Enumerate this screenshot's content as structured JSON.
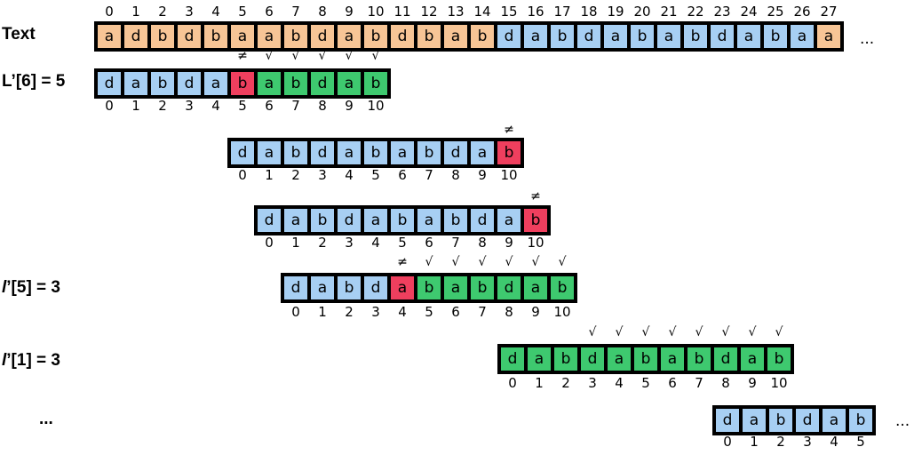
{
  "labels": {
    "text": "Text",
    "row1": {
      "prefix": "L’[6] = 5"
    },
    "row4": {
      "italic": "l",
      "rest": "’[5] = 3"
    },
    "row5": {
      "italic": "l",
      "rest": "’[1] = 3"
    },
    "dots": "..."
  },
  "text_ellipsis": "...",
  "last_ellipsis": "...",
  "text_strip": {
    "letters": [
      "a",
      "d",
      "b",
      "d",
      "b",
      "a",
      "a",
      "b",
      "d",
      "a",
      "b",
      "d",
      "b",
      "a",
      "b",
      "d",
      "a",
      "b",
      "d",
      "a",
      "b",
      "a",
      "b",
      "d",
      "a",
      "b",
      "a",
      "a"
    ],
    "colors": [
      "orange",
      "orange",
      "orange",
      "orange",
      "orange",
      "orange",
      "orange",
      "orange",
      "orange",
      "orange",
      "orange",
      "orange",
      "orange",
      "orange",
      "orange",
      "blue",
      "blue",
      "blue",
      "blue",
      "blue",
      "blue",
      "blue",
      "blue",
      "blue",
      "blue",
      "blue",
      "blue",
      "orange"
    ],
    "indices": [
      "0",
      "1",
      "2",
      "3",
      "4",
      "5",
      "6",
      "7",
      "8",
      "9",
      "10",
      "11",
      "12",
      "13",
      "14",
      "15",
      "16",
      "17",
      "18",
      "19",
      "20",
      "21",
      "22",
      "23",
      "24",
      "25",
      "26",
      "27"
    ],
    "marks": [
      "",
      "",
      "",
      "",
      "",
      "≠",
      "√",
      "√",
      "√",
      "√",
      "√",
      "",
      "",
      "",
      "",
      "",
      "",
      "",
      "",
      "",
      "",
      "",
      "",
      "",
      "",
      "",
      "",
      ""
    ]
  },
  "patterns": [
    {
      "letters": [
        "d",
        "a",
        "b",
        "d",
        "a",
        "b",
        "a",
        "b",
        "d",
        "a",
        "b"
      ],
      "colors": [
        "blue",
        "blue",
        "blue",
        "blue",
        "blue",
        "red",
        "green",
        "green",
        "green",
        "green",
        "green"
      ],
      "indices": [
        "0",
        "1",
        "2",
        "3",
        "4",
        "5",
        "6",
        "7",
        "8",
        "9",
        "10"
      ],
      "marks": [
        "",
        "",
        "",
        "",
        "",
        "",
        "",
        "",
        "",
        "",
        ""
      ]
    },
    {
      "letters": [
        "d",
        "a",
        "b",
        "d",
        "a",
        "b",
        "a",
        "b",
        "d",
        "a",
        "b"
      ],
      "colors": [
        "blue",
        "blue",
        "blue",
        "blue",
        "blue",
        "blue",
        "blue",
        "blue",
        "blue",
        "blue",
        "red"
      ],
      "indices": [
        "0",
        "1",
        "2",
        "3",
        "4",
        "5",
        "6",
        "7",
        "8",
        "9",
        "10"
      ],
      "marks": [
        "",
        "",
        "",
        "",
        "",
        "",
        "",
        "",
        "",
        "",
        "≠"
      ]
    },
    {
      "letters": [
        "d",
        "a",
        "b",
        "d",
        "a",
        "b",
        "a",
        "b",
        "d",
        "a",
        "b"
      ],
      "colors": [
        "blue",
        "blue",
        "blue",
        "blue",
        "blue",
        "blue",
        "blue",
        "blue",
        "blue",
        "blue",
        "red"
      ],
      "indices": [
        "0",
        "1",
        "2",
        "3",
        "4",
        "5",
        "6",
        "7",
        "8",
        "9",
        "10"
      ],
      "marks": [
        "",
        "",
        "",
        "",
        "",
        "",
        "",
        "",
        "",
        "",
        "≠"
      ]
    },
    {
      "letters": [
        "d",
        "a",
        "b",
        "d",
        "a",
        "b",
        "a",
        "b",
        "d",
        "a",
        "b"
      ],
      "colors": [
        "blue",
        "blue",
        "blue",
        "blue",
        "red",
        "green",
        "green",
        "green",
        "green",
        "green",
        "green"
      ],
      "indices": [
        "0",
        "1",
        "2",
        "3",
        "4",
        "5",
        "6",
        "7",
        "8",
        "9",
        "10"
      ],
      "marks": [
        "",
        "",
        "",
        "",
        "≠",
        "√",
        "√",
        "√",
        "√",
        "√",
        "√"
      ]
    },
    {
      "letters": [
        "d",
        "a",
        "b",
        "d",
        "a",
        "b",
        "a",
        "b",
        "d",
        "a",
        "b"
      ],
      "colors": [
        "green",
        "green",
        "green",
        "green",
        "green",
        "green",
        "green",
        "green",
        "green",
        "green",
        "green"
      ],
      "indices": [
        "0",
        "1",
        "2",
        "3",
        "4",
        "5",
        "6",
        "7",
        "8",
        "9",
        "10"
      ],
      "marks": [
        "",
        "",
        "",
        "√",
        "√",
        "√",
        "√",
        "√",
        "√",
        "√",
        "√"
      ]
    },
    {
      "letters": [
        "d",
        "a",
        "b",
        "d",
        "a",
        "b"
      ],
      "colors": [
        "blue",
        "blue",
        "blue",
        "blue",
        "blue",
        "blue"
      ],
      "indices": [
        "0",
        "1",
        "2",
        "3",
        "4",
        "5"
      ],
      "marks": [
        "",
        "",
        "",
        "",
        "",
        ""
      ]
    }
  ],
  "colors": {
    "orange": "#f7c596",
    "blue": "#a7cff3",
    "green": "#3ec96f",
    "red": "#ef3f5e"
  }
}
